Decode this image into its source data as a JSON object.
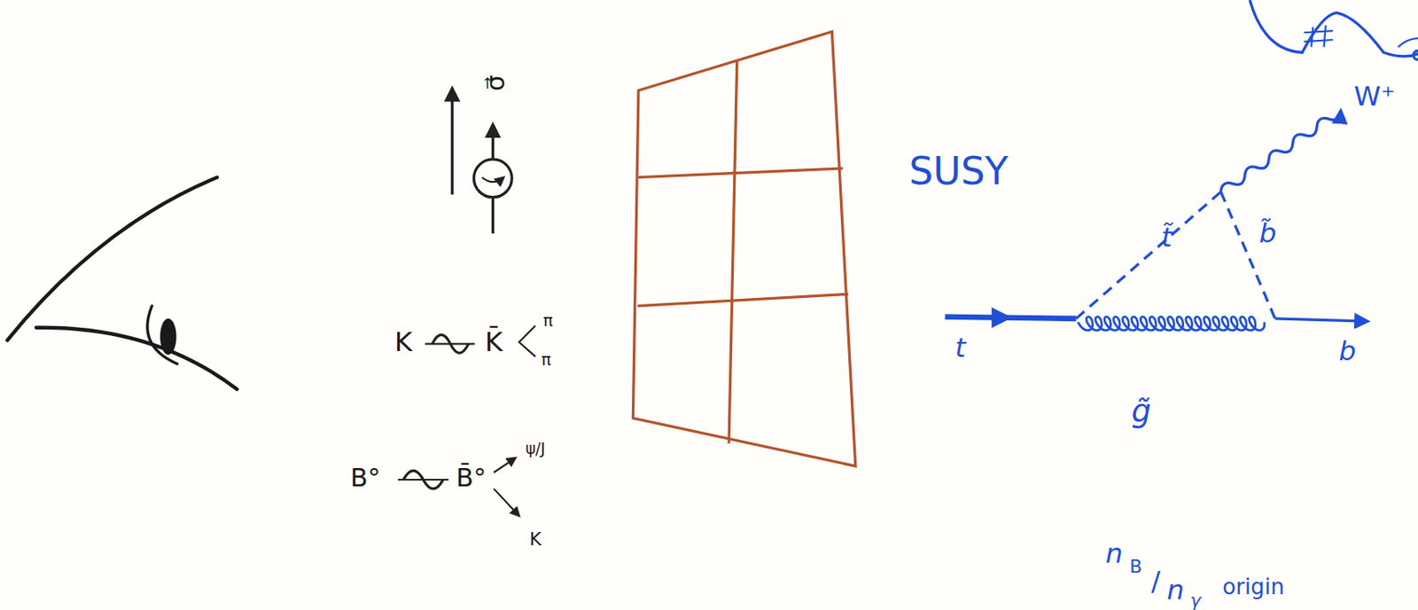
{
  "diagram": {
    "labels": [
      "σ⃗",
      "K",
      "K̄",
      "π",
      "π",
      "B°",
      "B̄°",
      "ψ/J",
      "K",
      "SUSY",
      "W⁺",
      "t̃",
      "b̃",
      "t",
      "b",
      "g̃",
      "n",
      "B",
      "/",
      "n",
      "γ",
      "origin"
    ]
  }
}
